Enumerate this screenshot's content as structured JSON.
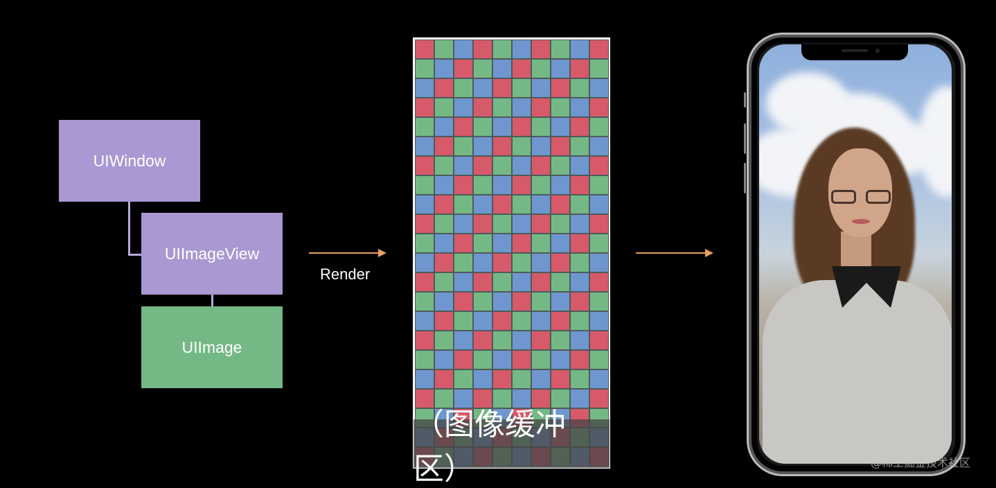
{
  "hierarchy": {
    "window_label": "UIWindow",
    "image_view_label": "UIImageView",
    "image_label": "UIImage",
    "colors": {
      "view": "#a998d2",
      "image": "#74b985",
      "connector": "#b7a8dc"
    }
  },
  "render_arrow": {
    "label": "Render",
    "color": "#e8a060"
  },
  "display_arrow": {
    "color": "#e8a060"
  },
  "frame_buffer": {
    "caption": "（图像缓冲区）",
    "columns": 10,
    "rows": 22,
    "colors": [
      "#d65a6a",
      "#74b985",
      "#6f97cf"
    ]
  },
  "phone": {
    "description_icon": "iphone-x-icon"
  },
  "watermark": "@稀土掘金技术社区"
}
